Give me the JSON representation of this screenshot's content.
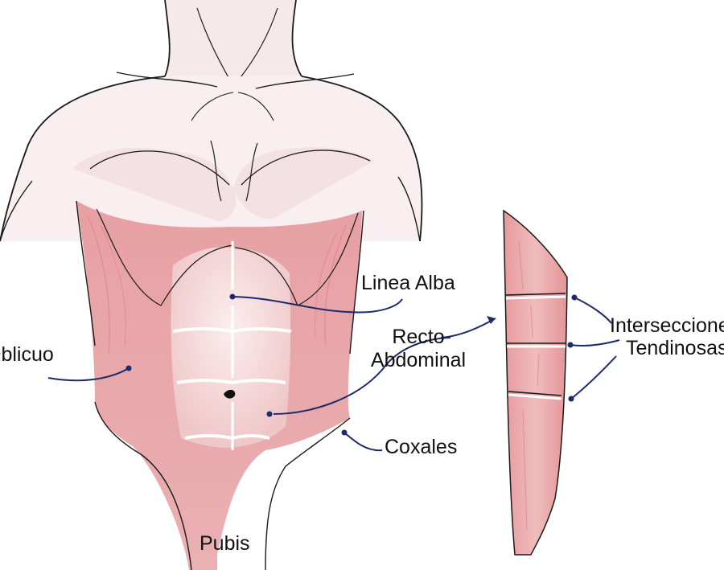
{
  "labels": {
    "linea_alba": "Linea Alba",
    "recto_line1": "Recto",
    "recto_line2": "Abdominal",
    "oblicuo": "Oblicuo",
    "coxales": "Coxales",
    "pubis": "Pubis",
    "intersecciones_line1": "Intersecciones",
    "intersecciones_line2": "Tendinosas"
  },
  "colors": {
    "outline": "#1a1a1a",
    "skin_shade": "#f2dfe4",
    "muscle": "#e8a3a5",
    "muscle_dark": "#d97f83",
    "leader": "#1c2a6b"
  }
}
